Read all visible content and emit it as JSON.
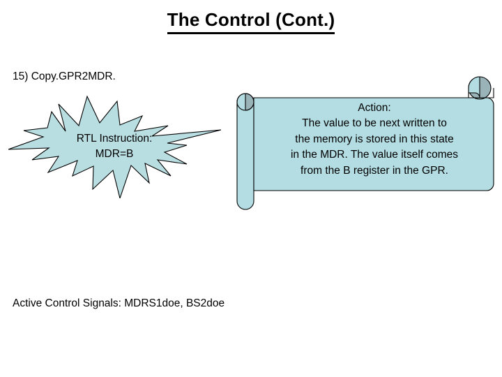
{
  "slide": {
    "title": "The Control (Cont.)",
    "bullet": "15) Copy.GPR2MDR.",
    "signals": "Active Control Signals: MDRS1doe, BS2doe"
  },
  "starburst": {
    "text": "RTL Instruction:\nMDR=B",
    "fill": "#b9dee2",
    "stroke": "#000000",
    "shape": "explosion-24-point"
  },
  "scroll": {
    "text": "Action:\nThe value to be next written to\nthe memory is stored in this state\nin the MDR. The value itself comes\nfrom the B register in the GPR.",
    "fill": "#b3dde2",
    "curl_fill": "#9ab3b8",
    "stroke": "#000000",
    "shape": "horizontal-scroll"
  },
  "theme": {
    "background": "#ffffff",
    "text_color": "#000000",
    "accent": "#b3dde2"
  }
}
